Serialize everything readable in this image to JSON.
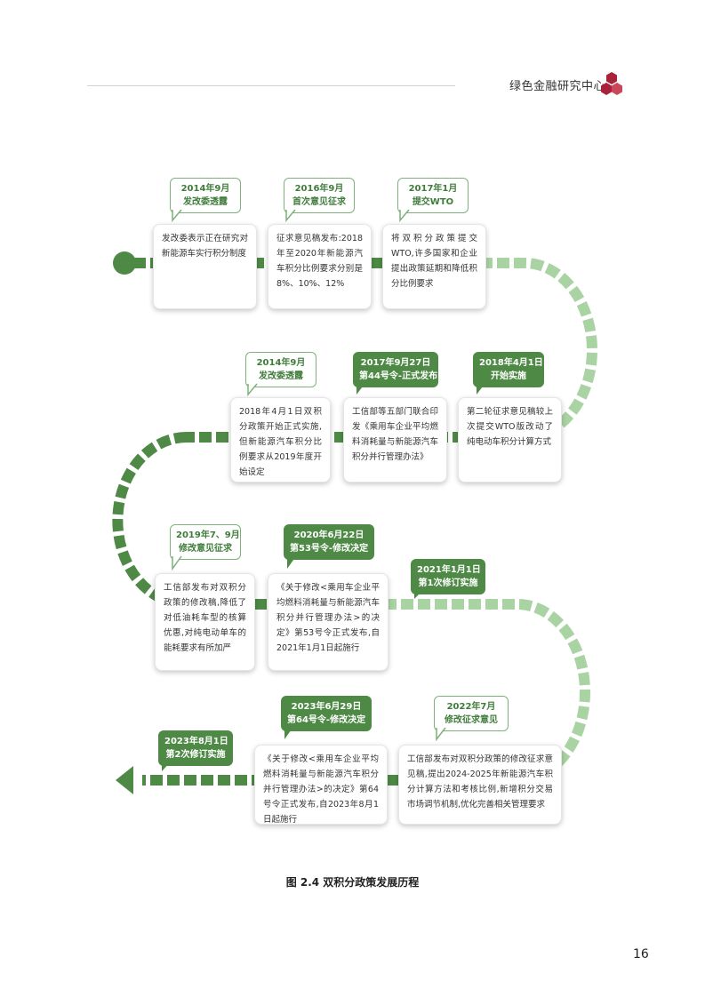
{
  "header": {
    "org_name": "绿色金融研究中心"
  },
  "colors": {
    "dark_green": "#4e8a46",
    "light_green": "#a9d3a2",
    "logo_red": "#a8233a"
  },
  "milestones": [
    {
      "id": "m1",
      "tag": [
        "2014年9月",
        "发改委透露"
      ],
      "style": "light",
      "text": "发改委表示正在研究对新能源车实行积分制度"
    },
    {
      "id": "m2",
      "tag": [
        "2016年9月",
        "首次意见征求"
      ],
      "style": "light",
      "text": "征求意见稿发布:2018年至2020年新能源汽车积分比例要求分别是8%、10%、12%"
    },
    {
      "id": "m3",
      "tag": [
        "2017年1月",
        "提交WTO"
      ],
      "style": "light",
      "text": "将双积分政策提交WTO,许多国家和企业提出政策延期和降低积分比例要求"
    },
    {
      "id": "m4",
      "tag": [
        "2018年4月1日",
        "开始实施"
      ],
      "style": "dark",
      "text": "第二轮征求意见稿较上次提交WTO版改动了纯电动车积分计算方式"
    },
    {
      "id": "m5",
      "tag": [
        "2017年9月27日",
        "第44号令-正式发布"
      ],
      "style": "dark",
      "text": "工信部等五部门联合印发《乘用车企业平均燃料消耗量与新能源汽车积分并行管理办法》"
    },
    {
      "id": "m6",
      "tag": [
        "2014年9月",
        "发改委透露"
      ],
      "style": "light",
      "text": "2018年4月1日双积分政策开始正式实施,但新能源汽车积分比例要求从2019年度开始设定"
    },
    {
      "id": "m7",
      "tag": [
        "2019年7、9月",
        "修改意见征求"
      ],
      "style": "light",
      "text": "工信部发布对双积分政策的修改稿,降低了对低油耗车型的核算优惠,对纯电动单车的能耗要求有所加严"
    },
    {
      "id": "m8",
      "tag": [
        "2020年6月22日",
        "第53号令-修改决定"
      ],
      "style": "dark",
      "text": "《关于修改<乘用车企业平均燃料消耗量与新能源汽车积分并行管理办法>的决定》第53号令正式发布,自2021年1月1日起施行"
    },
    {
      "id": "m9",
      "tag": [
        "2021年1月1日",
        "第1次修订实施"
      ],
      "style": "dark",
      "text": ""
    },
    {
      "id": "m10",
      "tag": [
        "2022年7月",
        "修改征求意见"
      ],
      "style": "light",
      "text": "工信部发布对双积分政策的修改征求意见稿,提出2024-2025年新能源汽车积分计算方法和考核比例,新增积分交易市场调节机制,优化完善相关管理要求"
    },
    {
      "id": "m11",
      "tag": [
        "2023年6月29日",
        "第64号令-修改决定"
      ],
      "style": "dark",
      "text": "《关于修改<乘用车企业平均燃料消耗量与新能源汽车积分并行管理办法>的决定》第64号令正式发布,自2023年8月1日起施行"
    },
    {
      "id": "m12",
      "tag": [
        "2023年8月1日",
        "第2次修订实施"
      ],
      "style": "dark",
      "text": ""
    }
  ],
  "caption": "图 2.4 双积分政策发展历程",
  "page_number": "16"
}
